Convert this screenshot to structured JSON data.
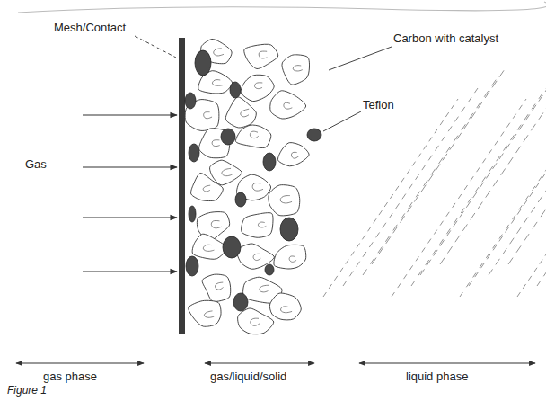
{
  "diagram": {
    "caption": "Figure 1",
    "labels": [
      "Mesh/Contact",
      "Carbon with catalyst",
      "Teflon",
      "Gas",
      "gas phase",
      "gas/liquid/solid",
      "liquid phase"
    ]
  }
}
